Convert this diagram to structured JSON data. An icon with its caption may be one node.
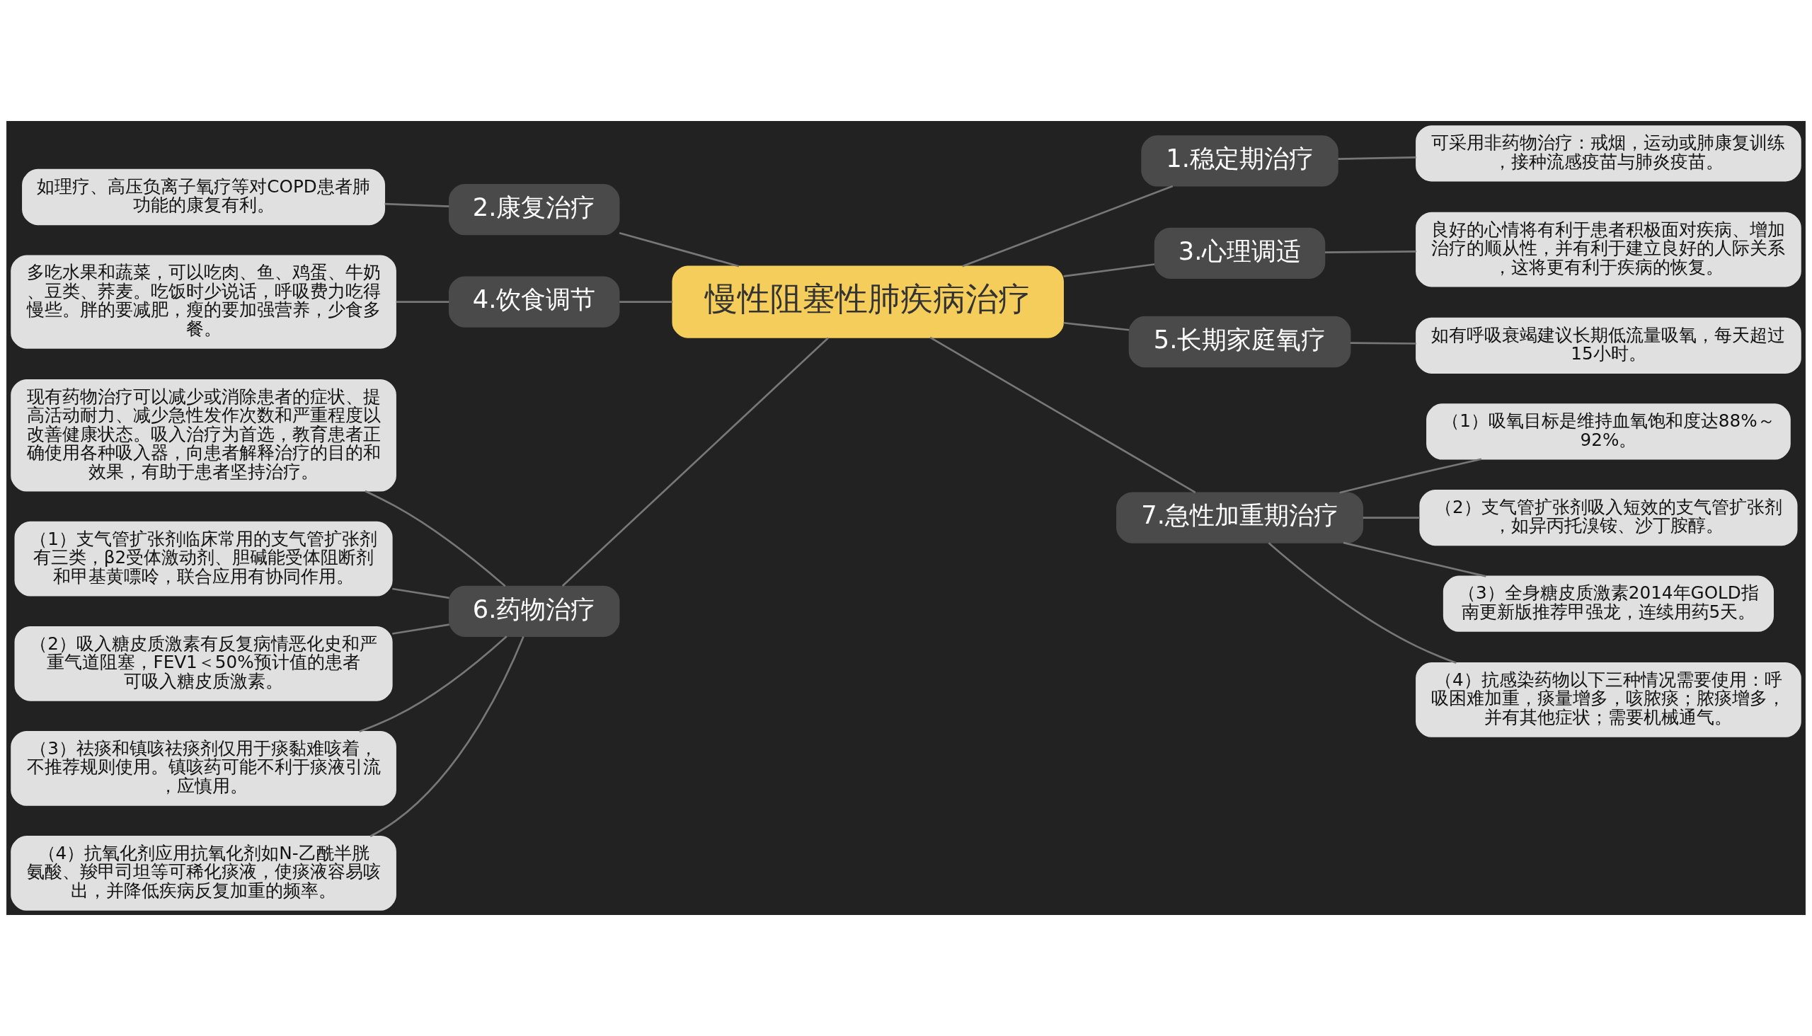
{
  "diagram": {
    "nodes": [
      {
        "text": [
          "慢性阻塞性肺疾病治疗"
        ]
      },
      {
        "text": [
          "2.康复治疗"
        ]
      },
      {
        "text": [
          "如理疗、高压负离子氧疗等对COPD患者肺功能的康复有利。"
        ]
      },
      {
        "text": [
          "4.饮食调节"
        ]
      },
      {
        "text": [
          "多吃水果和蔬菜，可以吃肉、鱼、鸡蛋、牛奶、豆类、荞麦。吃饭时少说话，呼吸费力吃得慢些。胖的要减肥，瘦的要加强营养，少食多餐。"
        ]
      },
      {
        "text": [
          "6.药物治疗"
        ]
      },
      {
        "text": [
          "现有药物治疗可以减少或消除患者的症状、提高活动耐力、减少急性发作次数和严重程度以改善健康状态。吸入治疗为首选，教育患者正确使用各种吸入器，向患者解释治疗的目的和效果，有助于患者坚持治疗。"
        ]
      },
      {
        "text": [
          "（1）支气管扩张剂临床常用的支气管扩张剂有三类，β2受体激动剂、胆碱能受体阻断剂和甲基黄嘌呤，联合应用有协同作用。"
        ]
      },
      {
        "text": [
          "（2）吸入糖皮质激素有反复病情恶化史和严重气道阻塞，FEV1＜50%预计值的患者可吸入糖皮质激素。"
        ]
      },
      {
        "text": [
          "（3）祛痰和镇咳祛痰剂仅用于痰黏难咳着，不推荐规则使用。镇咳药可能不利于痰液引流，应慎用。"
        ]
      },
      {
        "text": [
          "（4）抗氧化剂应用抗氧化剂如N-乙酰半胱氨酸、羧甲司坦等可稀化痰液，使痰液容易咳出，并降低疾病反复加重的频率。"
        ]
      },
      {
        "text": [
          "1.稳定期治疗"
        ]
      },
      {
        "text": [
          "可采用非药物治疗：戒烟，运动或肺康复训练，接种流感疫苗与肺炎疫苗。"
        ]
      },
      {
        "text": [
          "3.心理调适"
        ]
      },
      {
        "text": [
          "良好的心情将有利于患者积极面对疾病、增加治疗的顺从性，并有利于建立良好的人际关系，这将更有利于疾病的恢复。"
        ]
      },
      {
        "text": [
          "5.长期家庭氧疗"
        ]
      },
      {
        "text": [
          "如有呼吸衰竭建议长期低流量吸氧，每天超过15小时。"
        ]
      },
      {
        "text": [
          "7.急性加重期治疗"
        ]
      },
      {
        "text": [
          "（1）吸氧目标是维持血氧饱和度达88%～92%。"
        ]
      },
      {
        "text": [
          "（2）支气管扩张剂吸入短效的支气管扩张剂，如异丙托溴铵、沙丁胺醇。"
        ]
      },
      {
        "text": [
          "（3）全身糖皮质激素2014年GOLD指南更新版推荐甲强龙，连续用药5天。"
        ]
      },
      {
        "text": [
          "（4）抗感染药物以下三种情况需要使用：呼吸困难加重，痰量增多，咳脓痰；脓痰增多，并有其他症状；需要机械通气。"
        ]
      }
    ],
    "edges": [
      {
        "from": 0,
        "to": 1,
        "arrow": "none"
      },
      {
        "from": 1,
        "to": 2,
        "arrow": "none"
      },
      {
        "from": 0,
        "to": 3,
        "arrow": "none"
      },
      {
        "from": 3,
        "to": 4,
        "arrow": "none"
      },
      {
        "from": 0,
        "to": 5,
        "arrow": "none"
      },
      {
        "from": 5,
        "to": 6,
        "arrow": "none"
      },
      {
        "from": 5,
        "to": 7,
        "arrow": "none"
      },
      {
        "from": 5,
        "to": 8,
        "arrow": "none"
      },
      {
        "from": 5,
        "to": 9,
        "arrow": "none"
      },
      {
        "from": 5,
        "to": 10,
        "arrow": "none"
      },
      {
        "from": 0,
        "to": 11,
        "arrow": "none"
      },
      {
        "from": 11,
        "to": 12,
        "arrow": "none"
      },
      {
        "from": 0,
        "to": 13,
        "arrow": "none"
      },
      {
        "from": 13,
        "to": 14,
        "arrow": "none"
      },
      {
        "from": 0,
        "to": 15,
        "arrow": "none"
      },
      {
        "from": 15,
        "to": 16,
        "arrow": "none"
      },
      {
        "from": 0,
        "to": 17,
        "arrow": "none"
      },
      {
        "from": 17,
        "to": 18,
        "arrow": "none"
      },
      {
        "from": 17,
        "to": 19,
        "arrow": "none"
      },
      {
        "from": 17,
        "to": 20,
        "arrow": "none"
      },
      {
        "from": 17,
        "to": 21,
        "arrow": "none"
      }
    ]
  }
}
